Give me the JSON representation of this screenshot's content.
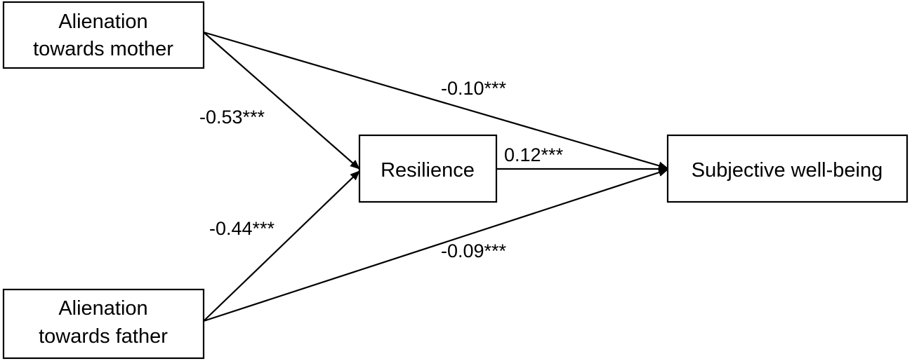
{
  "nodes": {
    "mother": {
      "line1": "Alienation",
      "line2": "towards mother"
    },
    "father": {
      "line1": "Alienation",
      "line2": "towards father"
    },
    "resilience": {
      "label": "Resilience"
    },
    "wellbeing": {
      "label": "Subjective well-being"
    }
  },
  "paths": {
    "mother_to_resilience": "-0.53***",
    "father_to_resilience": "-0.44***",
    "mother_to_wellbeing": "-0.10***",
    "resilience_to_wellbeing": "0.12***",
    "father_to_wellbeing": "-0.09***"
  },
  "colors": {
    "line": "#000000",
    "background": "#ffffff"
  }
}
